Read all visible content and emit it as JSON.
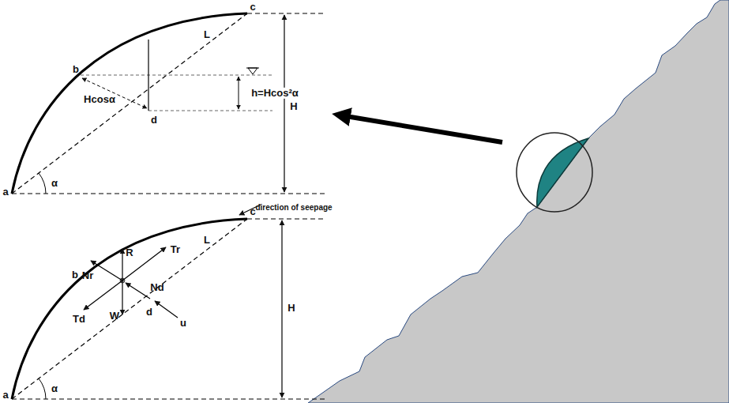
{
  "diagram": {
    "labels": [
      "c",
      "L",
      "b",
      "Hcosα",
      "h=Hcos²α",
      "H",
      "d",
      "a",
      "α",
      "direction of seepage",
      "c",
      "L",
      "b",
      "R",
      "Tr",
      "Nr",
      "Nd",
      "Td",
      "W",
      "d",
      "u",
      "H",
      "a",
      "α"
    ]
  }
}
